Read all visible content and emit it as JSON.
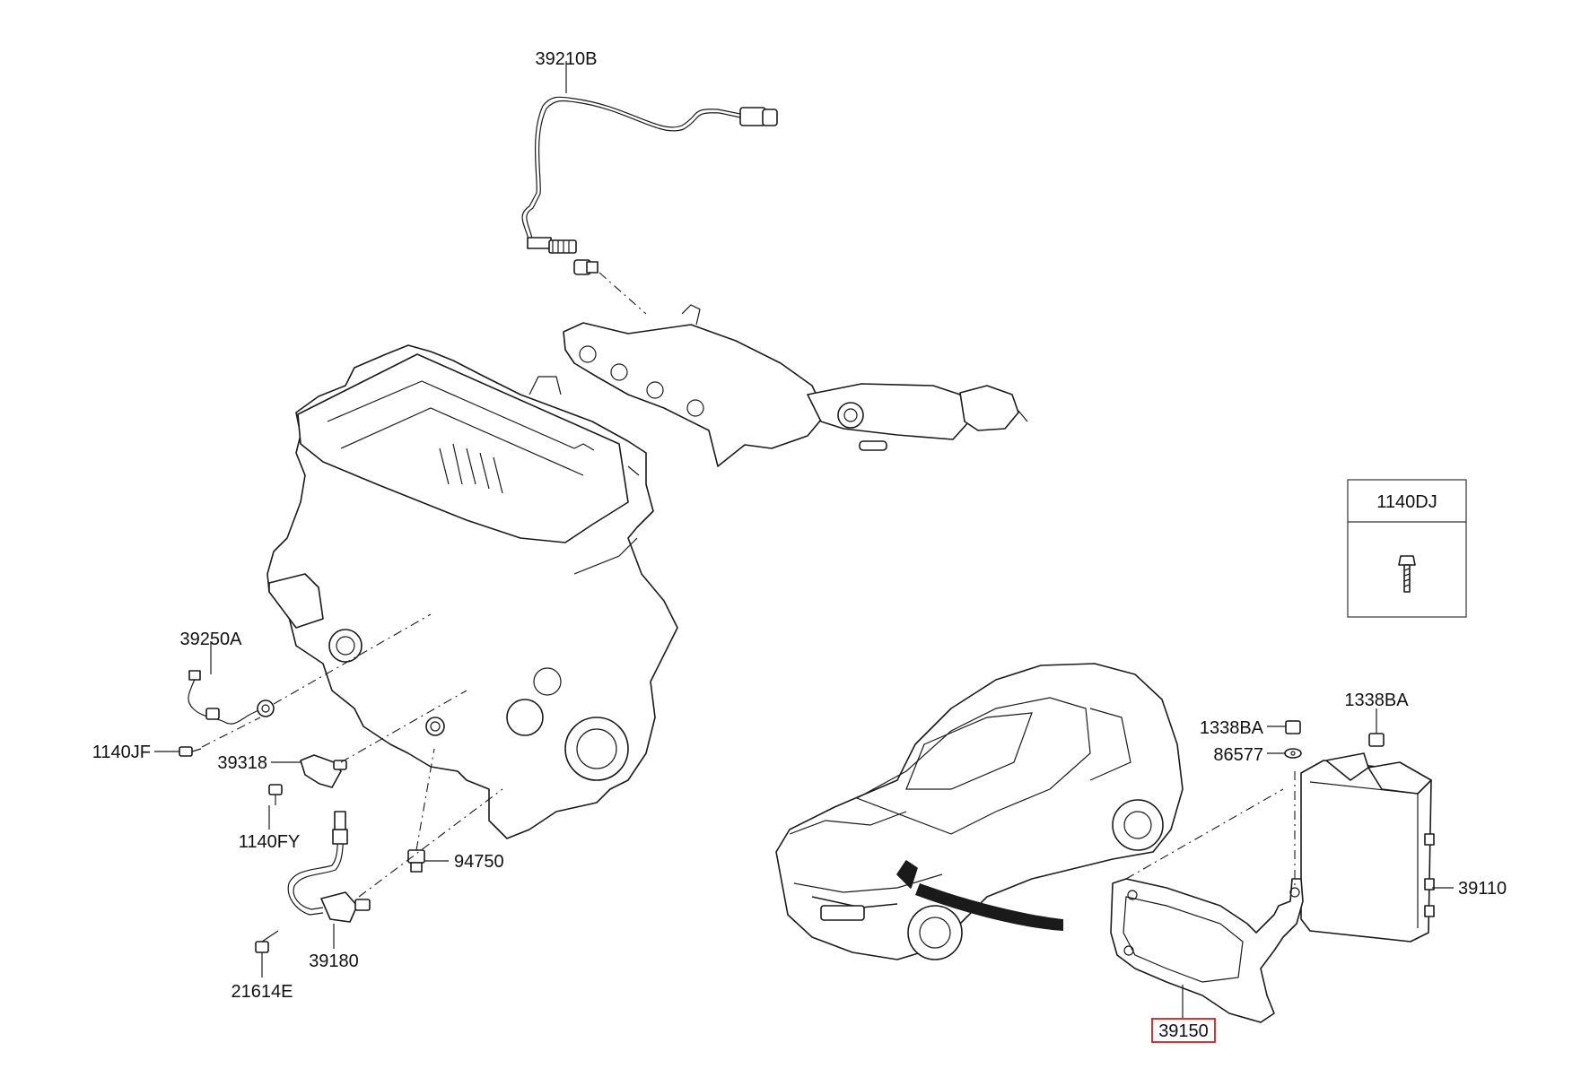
{
  "diagram": {
    "labels": {
      "o2_sensor": "39210B",
      "knock_sensor": "39250A",
      "bolt_1140jf": "1140JF",
      "cam_sensor": "39318",
      "bolt_1140fy": "1140FY",
      "oil_pressure_switch": "94750",
      "crank_sensor": "39180",
      "bolt_21614e": "21614E",
      "bolt_box_1140dj": "1140DJ",
      "nut_1338ba_left": "1338BA",
      "nut_1338ba_right": "1338BA",
      "washer_86577": "86577",
      "ecu": "39110",
      "ecu_bracket": "39150"
    },
    "highlighted_part": "39150",
    "highlight_color": "#d41c1c"
  }
}
